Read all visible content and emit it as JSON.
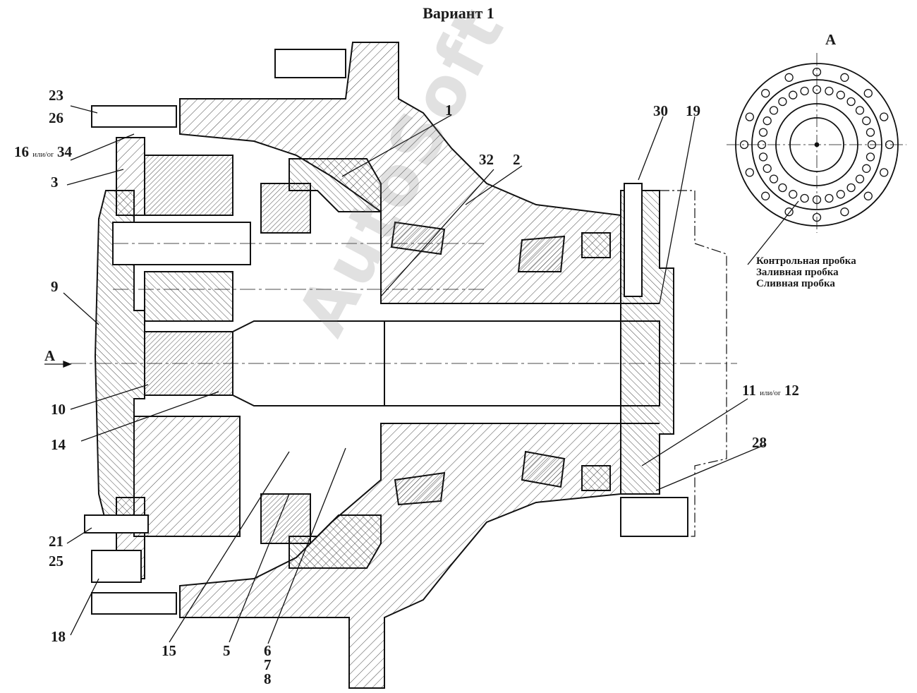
{
  "title": "Вариант 1",
  "view_label": "A",
  "arrow_label": "A",
  "watermark": "AutoSoft",
  "legend": [
    "Контрольная пробка",
    "Заливная пробка",
    "Сливная пробка"
  ],
  "callouts": [
    {
      "id": "1",
      "text": "1"
    },
    {
      "id": "2",
      "text": "2"
    },
    {
      "id": "3",
      "text": "3"
    },
    {
      "id": "5",
      "text": "5"
    },
    {
      "id": "6",
      "text": "6"
    },
    {
      "id": "7",
      "text": "7"
    },
    {
      "id": "8",
      "text": "8"
    },
    {
      "id": "9",
      "text": "9"
    },
    {
      "id": "10",
      "text": "10"
    },
    {
      "id": "14",
      "text": "14"
    },
    {
      "id": "15",
      "text": "15"
    },
    {
      "id": "18",
      "text": "18"
    },
    {
      "id": "19",
      "text": "19"
    },
    {
      "id": "21",
      "text": "21"
    },
    {
      "id": "23",
      "text": "23"
    },
    {
      "id": "25",
      "text": "25"
    },
    {
      "id": "26",
      "text": "26"
    },
    {
      "id": "28",
      "text": "28"
    },
    {
      "id": "30",
      "text": "30"
    },
    {
      "id": "32",
      "text": "32"
    }
  ],
  "combo_labels": {
    "l16": "16",
    "or1": "или/or",
    "l34": "34",
    "l11": "11",
    "or2": "или/or",
    "l12": "12"
  }
}
